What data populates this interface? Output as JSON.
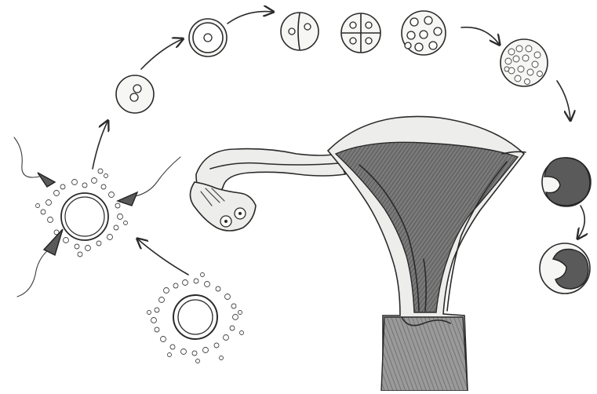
{
  "figure": {
    "stages": [
      {
        "stage": "sperm-approaching-oocyte",
        "icon": "sperm-icon"
      },
      {
        "stage": "zygote",
        "icon": "zygote-icon"
      },
      {
        "stage": "two-pronuclei",
        "icon": "cell-icon"
      },
      {
        "stage": "two-cell",
        "icon": "cell-icon"
      },
      {
        "stage": "four-cell",
        "icon": "cell-icon"
      },
      {
        "stage": "eight-cell",
        "icon": "cell-icon"
      },
      {
        "stage": "morula",
        "icon": "morula-icon"
      },
      {
        "stage": "blastocyst",
        "icon": "blastocyst-icon"
      },
      {
        "stage": "hatching-blastocyst",
        "icon": "blastocyst-icon"
      }
    ],
    "colors": {
      "ink": "#2a2a2a",
      "uterine_shading": "#6e6e6e",
      "background": "#ffffff"
    }
  }
}
